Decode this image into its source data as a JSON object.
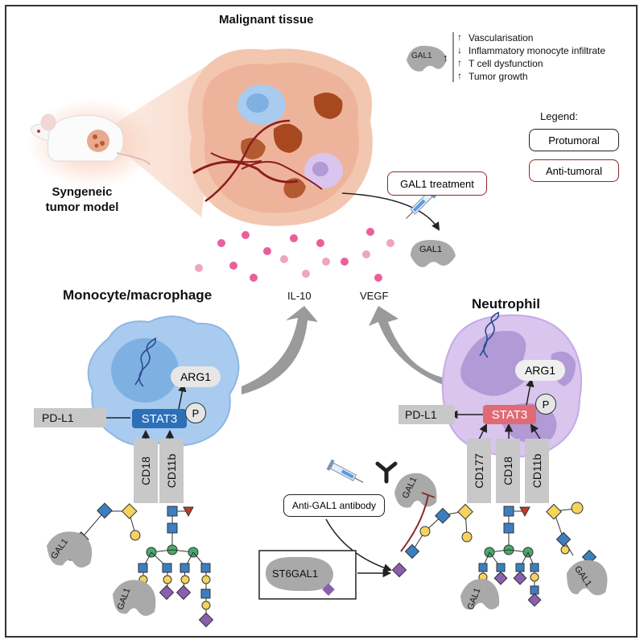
{
  "titles": {
    "malignant_tissue": "Malignant tissue",
    "syngeneic_line1": "Syngeneic",
    "syngeneic_line2": "tumor model",
    "monocyte": "Monocyte/macrophage",
    "neutrophil": "Neutrophil"
  },
  "effects_box": {
    "gal1_label": "GAL1",
    "items": [
      {
        "arrow": "↑",
        "text": "Vascularisation"
      },
      {
        "arrow": "↓",
        "text": "Inflammatory monocyte infiltrate"
      },
      {
        "arrow": "↑",
        "text": "T cell dysfunction"
      },
      {
        "arrow": "↑",
        "text": "Tumor growth"
      }
    ],
    "side_arrow": "↑"
  },
  "legend": {
    "title": "Legend:",
    "protumoral": "Protumoral",
    "antitumoral": "Anti-tumoral",
    "colors": {
      "protumoral": "#222222",
      "antitumoral": "#8b2a2a"
    }
  },
  "treatment": {
    "gal1_treatment": "GAL1 treatment",
    "gal1_label": "GAL1"
  },
  "cytokines": {
    "il10": "IL-10",
    "vegf": "VEGF"
  },
  "monocyte": {
    "arg1": "ARG1",
    "stat3": "STAT3",
    "p": "P",
    "pdl1": "PD-L1",
    "receptors": [
      "CD18",
      "CD11b"
    ],
    "gal1_a": "GAL1",
    "gal1_b": "GAL1",
    "stat3_color": "#2d6fb8"
  },
  "neutrophil": {
    "arg1": "ARG1",
    "stat3": "STAT3",
    "p": "P",
    "pdl1": "PD-L1",
    "receptors": [
      "CD177",
      "CD18",
      "CD11b"
    ],
    "gal1_a": "GAL1",
    "gal1_b": "GAL1",
    "gal1_free": "GAL1",
    "stat3_color": "#e06b75"
  },
  "antibody_box": "Anti-GAL1 antibody",
  "st6gal1": "ST6GAL1",
  "icons": [
    "mouse-icon",
    "tumor-icon",
    "dna-icon",
    "syringe-icon",
    "antibody-icon",
    "gal1-icon",
    "glycan-icon"
  ],
  "colors": {
    "monocyte": "#a9cbef",
    "neutrophil": "#d9c5ee",
    "tumor": "#f3c6b0",
    "gray_box": "#c8c8c8",
    "glycan_blue": "#3c7fc0",
    "glycan_yellow": "#f4d35e",
    "glycan_green": "#4aa86f",
    "glycan_purple": "#8a5fb0",
    "glycan_red": "#c0392b",
    "pink_dot": "#e8609a"
  }
}
